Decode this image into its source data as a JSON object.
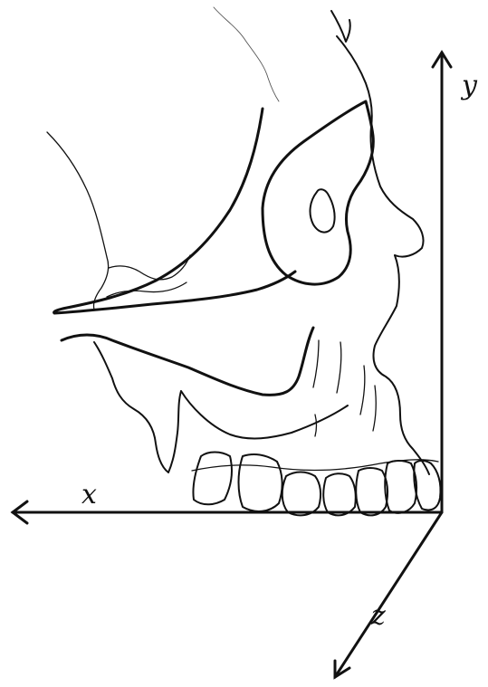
{
  "axes": {
    "x": {
      "label": "x"
    },
    "y": {
      "label": "y"
    },
    "z": {
      "label": "z"
    }
  },
  "colors": {
    "ink": "#111111",
    "background": "#ffffff"
  }
}
